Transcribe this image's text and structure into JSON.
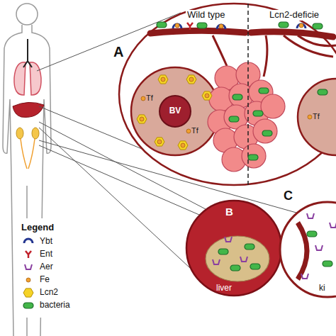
{
  "diagram": {
    "nodes": [
      {
        "text": [
          "A",
          "Wild type",
          "Lcn2-deficie"
        ]
      },
      {
        "text": [
          "Tf",
          "Tf"
        ],
        "in": 0
      },
      {
        "text": [
          "BV"
        ],
        "in": 1
      },
      {
        "text": [
          "Tf"
        ],
        "in": 0
      },
      {
        "text": [
          "B",
          "liver"
        ]
      },
      {
        "text": [
          "C",
          "ki"
        ]
      }
    ],
    "labels": [
      "Legend"
    ],
    "legend": [
      {
        "text": "Ybt"
      },
      {
        "text": "Ent"
      },
      {
        "text": "Aer"
      },
      {
        "text": "Fe"
      },
      {
        "text": "Lcn2"
      },
      {
        "text": "bacteria"
      }
    ]
  }
}
